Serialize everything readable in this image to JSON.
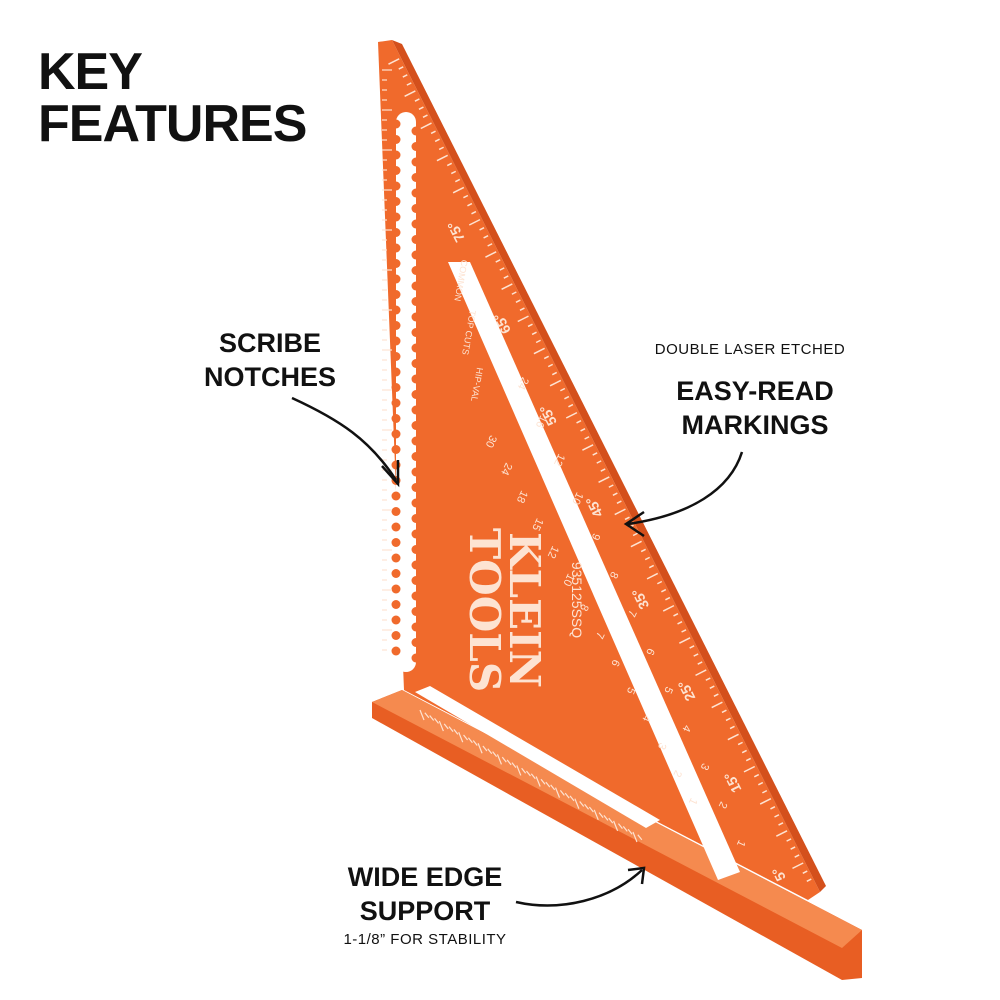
{
  "heading": {
    "line1": "KEY",
    "line2": "FEATURES"
  },
  "callouts": {
    "scribe": {
      "line1": "SCRIBE",
      "line2": "NOTCHES"
    },
    "markings": {
      "subtitle": "DOUBLE LASER ETCHED",
      "line1": "EASY-READ",
      "line2": "MARKINGS"
    },
    "edge": {
      "line1": "WIDE EDGE",
      "line2": "SUPPORT",
      "subtitle": "1-1/8” FOR STABILITY"
    }
  },
  "product": {
    "brand": "KLEIN",
    "brand_line2": "TOOLS",
    "model": "935125SSQ",
    "degree_marks": [
      "75°",
      "65°",
      "55°",
      "45°",
      "35°",
      "25°",
      "15°",
      "5°"
    ],
    "rafter_scale": [
      "30",
      "24",
      "18",
      "15",
      "12",
      "10",
      "8",
      "7",
      "6",
      "5",
      "4",
      "3",
      "2",
      "1"
    ],
    "hip_scale": [
      "24",
      "16",
      "12",
      "10",
      "9",
      "8",
      "7",
      "6",
      "5",
      "4",
      "3",
      "2",
      "1"
    ],
    "slot_labels": [
      "COMMON",
      "TOP CUTS",
      "HIP-VAL"
    ]
  },
  "colors": {
    "tool_orange": "#f06a2c",
    "tool_shadow": "#d4501c",
    "tool_edge": "#f58a4f",
    "etch": "#fde3d2",
    "text": "#111111"
  }
}
